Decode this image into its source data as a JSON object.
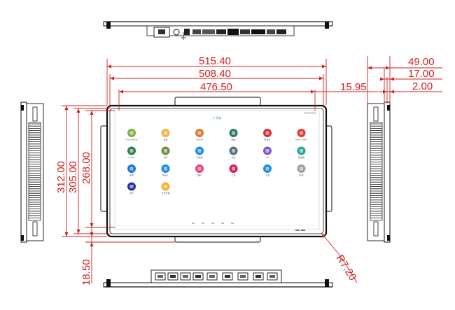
{
  "dimensions": {
    "width_outer": "515.40",
    "width_middle": "508.40",
    "width_inner": "476.50",
    "offset": "15.95",
    "side_depth": "49.00",
    "side_lip": "17.00",
    "side_thin": "2.00",
    "height_outer": "312.00",
    "height_middle": "305.00",
    "height_inner": "268.00",
    "bracket_offset": "18.50",
    "corner_radius": "R7.20"
  },
  "screen": {
    "logo_text": "✎ 添加",
    "apps": [
      {
        "label": "AndroidResiz",
        "color": "#7cb342"
      },
      {
        "label": "设置",
        "color": "#f2b544"
      },
      {
        "label": "ES文件",
        "color": "#e0782b"
      },
      {
        "label": "图库",
        "color": "#2e7d5b"
      },
      {
        "label": "录音机",
        "color": "#d32f2f"
      },
      {
        "label": "Music Player",
        "color": "#e53935"
      },
      {
        "label": "Bridge",
        "color": "#2a7d4f"
      },
      {
        "label": "日历",
        "color": "#6d8f3a"
      },
      {
        "label": "浏览器",
        "color": "#1e88e5"
      },
      {
        "label": "设置",
        "color": "#546e7a"
      },
      {
        "label": "3D",
        "color": "#7e57c2"
      },
      {
        "label": "播放器",
        "color": "#26a69a"
      },
      {
        "label": "搜索",
        "color": "#1976d2"
      },
      {
        "label": "联系人",
        "color": "#1e88e5"
      },
      {
        "label": "相机",
        "color": "#ec407a"
      },
      {
        "label": "工具",
        "color": "#d81b60"
      },
      {
        "label": "下载",
        "color": "#1e88e5"
      },
      {
        "label": "时钟",
        "color": "#9e9e9e"
      },
      {
        "label": "音乐",
        "color": "#283593"
      },
      {
        "label": "文件管理",
        "color": "#f5b335"
      }
    ]
  }
}
